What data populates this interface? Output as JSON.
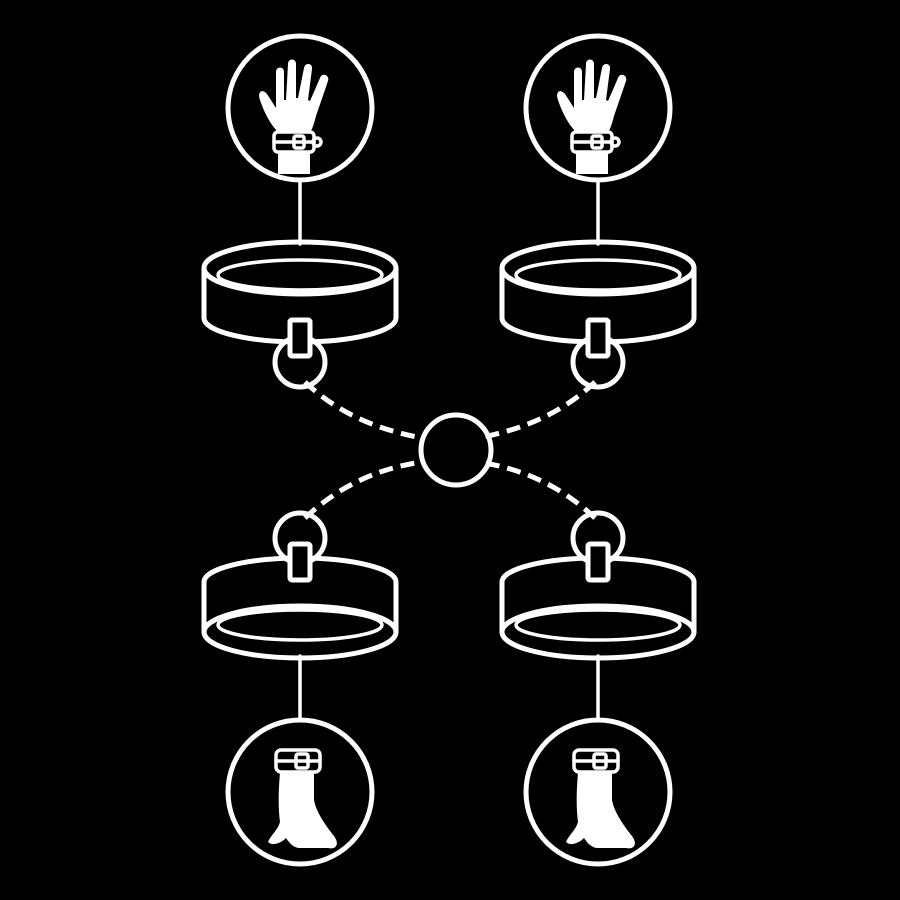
{
  "diagram": {
    "background": "#000000",
    "stroke_color": "#ffffff",
    "nodes": [
      {
        "id": "left-hand",
        "icon": "hand-with-wrist-cuff-icon"
      },
      {
        "id": "right-hand",
        "icon": "hand-with-wrist-cuff-icon"
      },
      {
        "id": "left-foot",
        "icon": "foot-with-ankle-cuff-icon"
      },
      {
        "id": "right-foot",
        "icon": "foot-with-ankle-cuff-icon"
      }
    ],
    "cuffs": [
      {
        "id": "upper-left-cuff",
        "icon": "cuff-icon"
      },
      {
        "id": "upper-right-cuff",
        "icon": "cuff-icon"
      },
      {
        "id": "lower-left-cuff",
        "icon": "cuff-icon"
      },
      {
        "id": "lower-right-cuff",
        "icon": "cuff-icon"
      }
    ],
    "center": {
      "icon": "center-ring-icon"
    },
    "connectors": [
      "dashed",
      "dashed",
      "dashed",
      "dashed"
    ]
  }
}
